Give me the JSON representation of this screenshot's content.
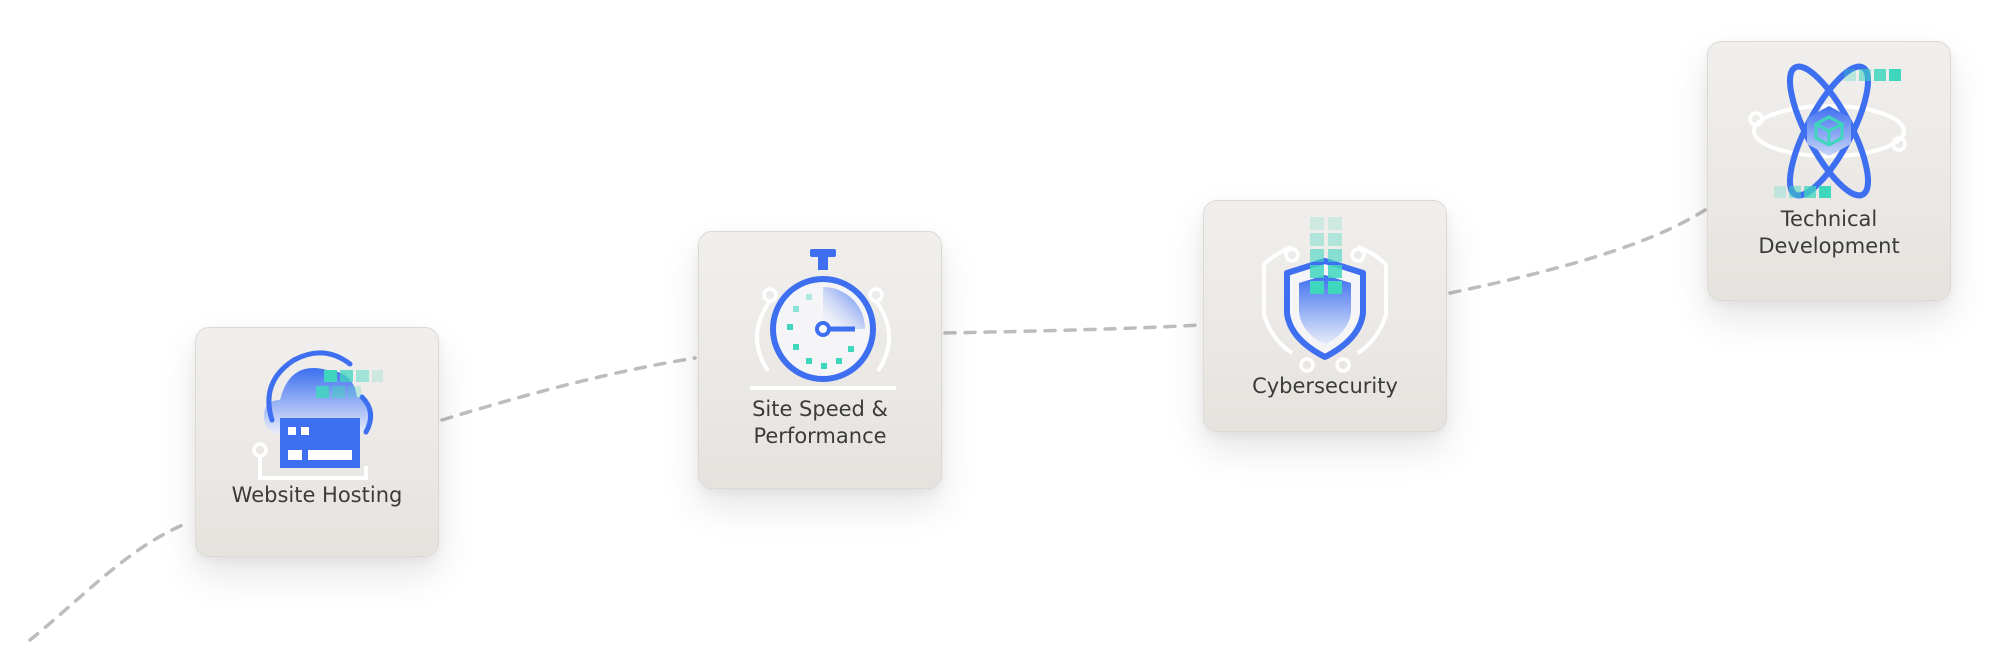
{
  "colors": {
    "primary_blue": "#3d6ff0",
    "accent_teal": "#3fd6be",
    "card_bg": "#ebe8e5",
    "connector": "#bdbdbd",
    "label_text": "#3b3b3b"
  },
  "services": [
    {
      "id": "hosting",
      "label": "Website Hosting",
      "icon": "cloud-server-icon"
    },
    {
      "id": "speed",
      "label": "Site Speed & Performance",
      "icon": "stopwatch-icon"
    },
    {
      "id": "cyber",
      "label": "Cybersecurity",
      "icon": "shield-icon"
    },
    {
      "id": "dev",
      "label": "Technical Development",
      "icon": "atom-icon"
    }
  ]
}
